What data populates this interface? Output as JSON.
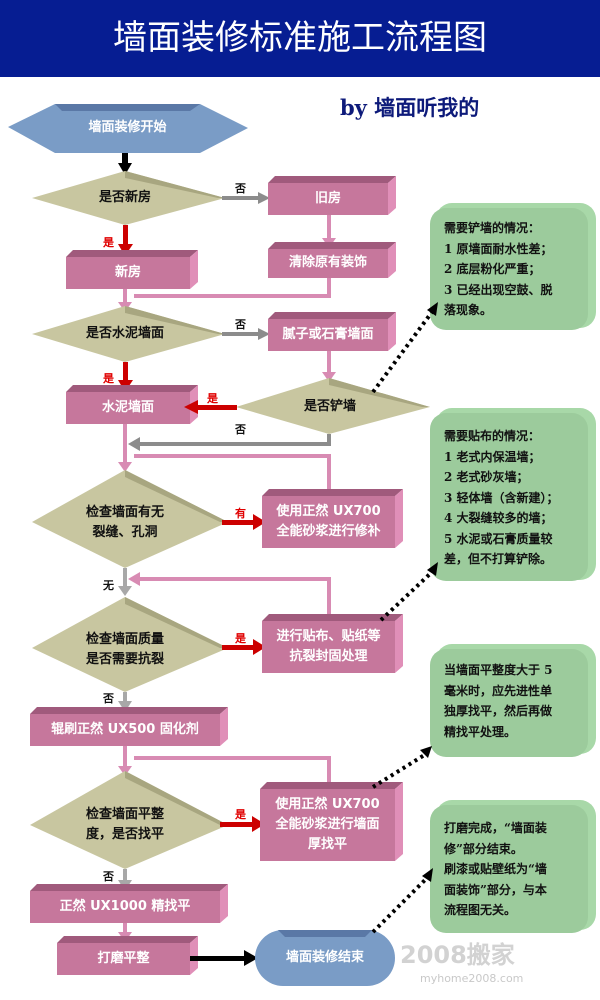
{
  "title": "墙面装修标准施工流程图",
  "byline": "by 墙面听我的",
  "colors": {
    "header_bg": "#061d92",
    "process_box": "#c6779c",
    "decision": "#c8c6a0",
    "terminal": "#7a9cc6",
    "note": "#9ccb9c",
    "yes_arrow": "#cc0000",
    "no_arrow": "#8c8c8c",
    "flow_arrow": "#d88bb3"
  },
  "nodes": {
    "start": "墙面装修开始",
    "d_new_house": "是否新房",
    "old_house": "旧房",
    "clear_decor": "清除原有装饰",
    "new_house": "新房",
    "d_cement": "是否水泥墙面",
    "putty_wall": "腻子或石膏墙面",
    "cement_wall": "水泥墙面",
    "d_shovel": "是否铲墙",
    "d_cracks_1": "检查墙面有无",
    "d_cracks_2": "裂缝、孔洞",
    "repair_1": "使用正然 UX700",
    "repair_2": "全能砂浆进行修补",
    "d_quality_1": "检查墙面质量",
    "d_quality_2": "是否需要抗裂",
    "cloth_1": "进行贴布、贴纸等",
    "cloth_2": "抗裂封固处理",
    "ux500": "辊刷正然 UX500 固化剂",
    "d_flat_1": "检查墙面平整",
    "d_flat_2": "度，是否找平",
    "thick_1": "使用正然 UX700",
    "thick_2": "全能砂浆进行墙面",
    "thick_3": "厚找平",
    "ux1000": "正然 UX1000 精找平",
    "sanding": "打磨平整",
    "end": "墙面装修结束"
  },
  "edges": {
    "no": "否",
    "yes": "是",
    "has": "有",
    "none": "无"
  },
  "notes": {
    "shovel": [
      "需要铲墙的情况：",
      "1 原墙面耐水性差；",
      "2 底层粉化严重；",
      "3 已经出现空鼓、脱",
      "落现象。"
    ],
    "cloth": [
      "需要贴布的情况：",
      "1 老式内保温墙；",
      "2 老式砂灰墙；",
      "3 轻体墙（含新建）；",
      "4 大裂缝较多的墙；",
      "5 水泥或石膏质量较",
      "差，但不打算铲除。"
    ],
    "flatness": [
      "当墙面平整度大于 5",
      "毫米时，应先进性单",
      "独厚找平，然后再做",
      "精找平处理。"
    ],
    "finish": [
      "打磨完成，“墙面装",
      "修”部分结束。",
      "刷漆或贴壁纸为“墙",
      "面装饰”部分，与本",
      "流程图无关。"
    ]
  },
  "watermark": {
    "main": "2008搬家",
    "url": "myhome2008.com"
  }
}
